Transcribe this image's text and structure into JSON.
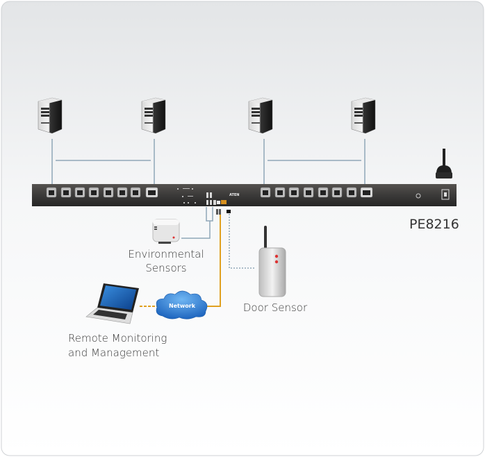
{
  "diagram": {
    "model_label": "PE8216",
    "environmental_sensors_label": [
      "Environmental",
      "Sensors"
    ],
    "door_sensor_label": "Door Sensor",
    "remote_label": [
      "Remote Monitoring",
      "and Management"
    ],
    "network_label": "Network",
    "pdu_logo": "ATEN",
    "servers_count": 4,
    "colors": {
      "pdu_body": "#3b3a39",
      "network_cable": "#e0a020",
      "sensor_cable": "#8fa7b8",
      "cloud": "#2f7fd0",
      "background_top": "#e4e6e8",
      "background_bottom": "#ffffff"
    }
  }
}
